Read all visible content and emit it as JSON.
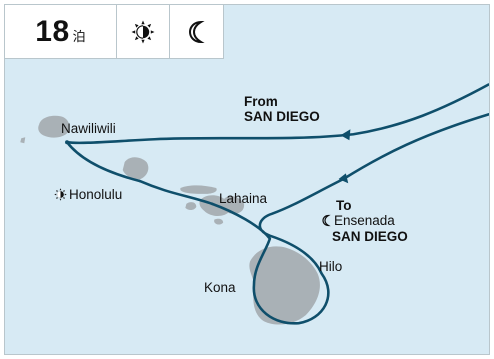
{
  "header": {
    "nights_number": "18",
    "nights_unit": "泊",
    "icons": [
      "day-port-icon",
      "overnight-port-icon"
    ]
  },
  "labels": {
    "from_line1": "From",
    "from_line2": "SAN DIEGO",
    "to_line1": "To",
    "to_line2": "Ensenada",
    "to_line3": "SAN DIEGO",
    "nawiliwili": "Nawiliwili",
    "honolulu": "Honolulu",
    "lahaina": "Lahaina",
    "hilo": "Hilo",
    "kona": "Kona"
  },
  "colors": {
    "ocean": "#d7eaf4",
    "island": "#a9b1b6",
    "route": "#0f4f6b"
  }
}
